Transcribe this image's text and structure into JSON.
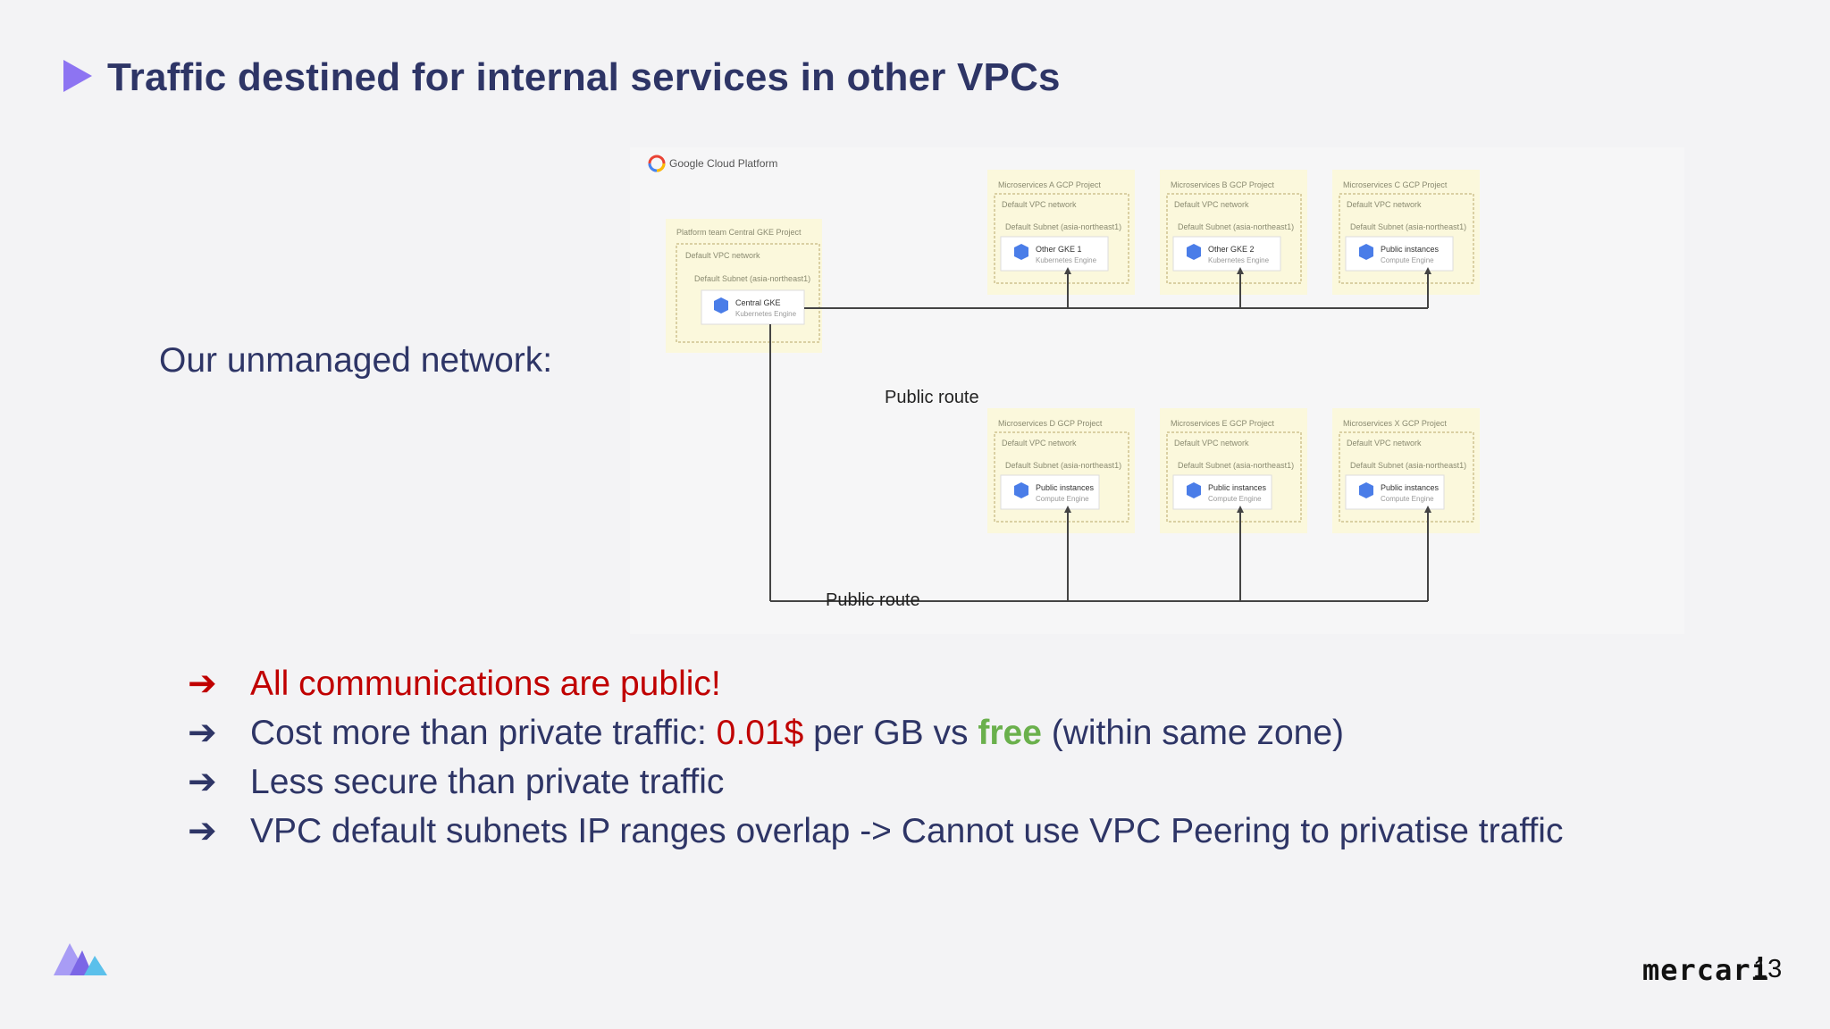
{
  "slide": {
    "title": "Traffic destined for internal services in other VPCs",
    "network_label": "Our unmanaged network:",
    "page_number": "13",
    "brand": "mercari"
  },
  "diagram": {
    "platform_label": "Google Cloud Platform",
    "central_project": {
      "title": "Platform team Central GKE Project",
      "network": "Default VPC network",
      "subnet": "Default Subnet (asia-northeast1)",
      "service_name": "Central GKE",
      "service_type": "Kubernetes Engine"
    },
    "top_projects": [
      {
        "title": "Microservices A GCP Project",
        "network": "Default VPC network",
        "subnet": "Default Subnet (asia-northeast1)",
        "service_name": "Other GKE 1",
        "service_type": "Kubernetes Engine"
      },
      {
        "title": "Microservices B GCP Project",
        "network": "Default VPC network",
        "subnet": "Default Subnet (asia-northeast1)",
        "service_name": "Other GKE 2",
        "service_type": "Kubernetes Engine"
      },
      {
        "title": "Microservices C GCP Project",
        "network": "Default VPC network",
        "subnet": "Default Subnet (asia-northeast1)",
        "service_name": "Public instances",
        "service_type": "Compute Engine"
      }
    ],
    "bottom_projects": [
      {
        "title": "Microservices D GCP Project",
        "network": "Default VPC network",
        "subnet": "Default Subnet (asia-northeast1)",
        "service_name": "Public instances",
        "service_type": "Compute Engine"
      },
      {
        "title": "Microservices E GCP Project",
        "network": "Default VPC network",
        "subnet": "Default Subnet (asia-northeast1)",
        "service_name": "Public instances",
        "service_type": "Compute Engine"
      },
      {
        "title": "Microservices X GCP Project",
        "network": "Default VPC network",
        "subnet": "Default Subnet (asia-northeast1)",
        "service_name": "Public instances",
        "service_type": "Compute Engine"
      }
    ],
    "route_top": "Public route",
    "route_bottom": "Public route"
  },
  "bullets": {
    "b1": "All communications are public!",
    "b2_pre": "Cost more than private traffic: ",
    "b2_price": "0.01$",
    "b2_mid": " per GB vs ",
    "b2_free": "free",
    "b2_post": " (within same zone)",
    "b3": "Less secure than private traffic",
    "b4": "VPC default subnets IP ranges overlap -> Cannot use VPC Peering to privatise traffic"
  },
  "colors": {
    "title": "#2e3566",
    "accent": "#8d74f2",
    "alert_red": "#c00000",
    "free_green": "#6ab04c",
    "project_bg": "#fbf8dc",
    "gke_blue": "#4a7de8"
  },
  "icons": [
    "play-triangle-icon",
    "arrow-right-icon",
    "kubernetes-engine-icon",
    "compute-engine-icon",
    "gcp-logo-icon",
    "mercari-logo-icon"
  ]
}
